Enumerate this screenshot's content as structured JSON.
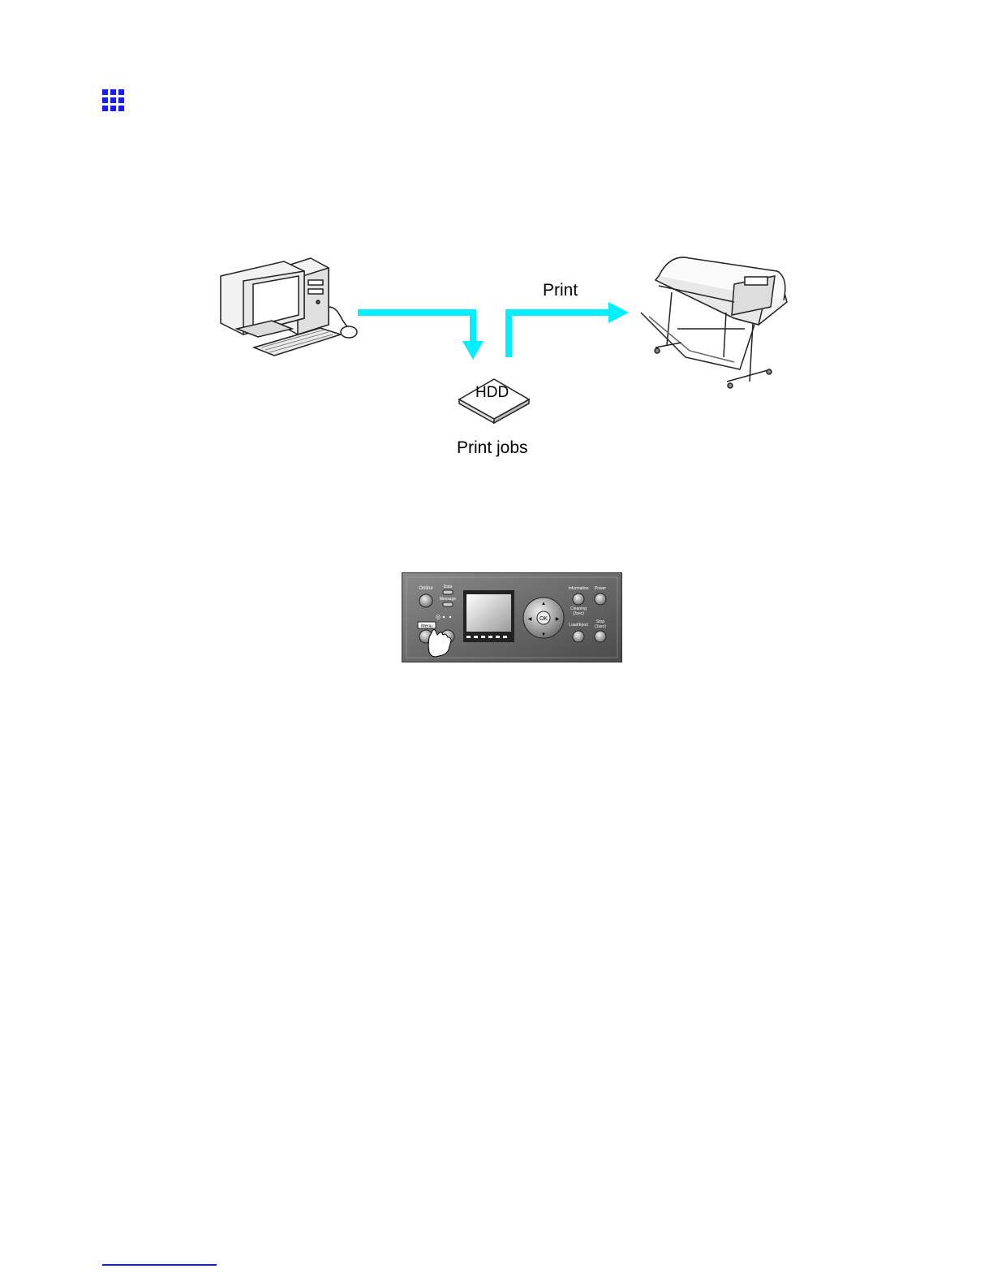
{
  "diagram": {
    "print_label": "Print",
    "hdd_label": "HDD",
    "jobs_label": "Print jobs",
    "arrow_color": "#00f0ff"
  },
  "panel": {
    "buttons": {
      "online": "Online",
      "data": "Data",
      "message": "Message",
      "menu": "Menu",
      "information": "Information",
      "power": "Power",
      "cleaning": "Cleaning",
      "cleaning_sub": "(3sec)",
      "load_eject": "Load/Eject",
      "stop": "Stop",
      "stop_sub": "(1sec)",
      "ok": "OK"
    }
  },
  "icons": {
    "section": "grid-icon",
    "computer": "computer-icon",
    "printer": "printer-icon",
    "hand": "hand-pointer-icon"
  }
}
